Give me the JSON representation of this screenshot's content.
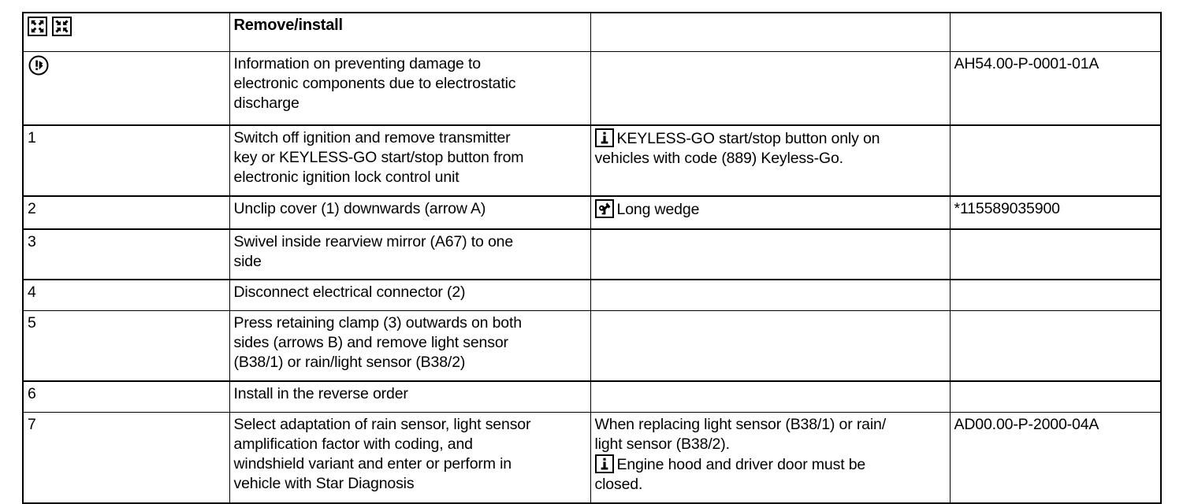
{
  "document": {
    "type": "service-procedure-table",
    "columns": [
      "step",
      "description",
      "note",
      "reference"
    ]
  },
  "header": {
    "icons": [
      "expand-arrows-outward-icon",
      "collapse-arrows-inward-icon"
    ],
    "title": "Remove/install",
    "note": "",
    "reference": ""
  },
  "rows": [
    {
      "step": "",
      "step_icon": "esd-warning-circle-icon",
      "description": "Information on preventing damage to\nelectronic components due to electrostatic\ndischarge",
      "note": "",
      "note_icon": "",
      "reference": "AH54.00-P-0001-01A",
      "separator_above": "thin"
    },
    {
      "step": "1",
      "step_icon": "",
      "description": "Switch off ignition and remove transmitter\nkey or KEYLESS-GO start/stop button from\nelectronic ignition lock control unit",
      "note": "KEYLESS-GO start/stop button only on\nvehicles with code (889) Keyless-Go.",
      "note_icon": "info-i-icon",
      "reference": "",
      "separator_above": "strong"
    },
    {
      "step": "2",
      "step_icon": "",
      "description": "Unclip cover (1) downwards (arrow A)",
      "note": "Long wedge",
      "note_icon": "wrench-tool-icon",
      "reference": "*115589035900",
      "separator_above": "strong"
    },
    {
      "step": "3",
      "step_icon": "",
      "description": "Swivel inside rearview mirror (A67) to one\nside",
      "note": "",
      "note_icon": "",
      "reference": "",
      "separator_above": "strong"
    },
    {
      "step": "4",
      "step_icon": "",
      "description": "Disconnect electrical connector (2)",
      "note": "",
      "note_icon": "",
      "reference": "",
      "separator_above": "strong"
    },
    {
      "step": "5",
      "step_icon": "",
      "description": "Press retaining clamp (3) outwards on both\nsides (arrows B) and remove light sensor\n(B38/1) or rain/light sensor (B38/2)",
      "note": "",
      "note_icon": "",
      "reference": "",
      "separator_above": "thin"
    },
    {
      "step": "6",
      "step_icon": "",
      "description": "Install in the reverse order",
      "note": "",
      "note_icon": "",
      "reference": "",
      "separator_above": "strong"
    },
    {
      "step": "7",
      "step_icon": "",
      "description": "Select adaptation of rain sensor, light sensor\namplification factor with coding, and\nwindshield variant and enter or perform in\nvehicle with Star Diagnosis",
      "note_line1": "When replacing light sensor (B38/1) or rain/\nlight sensor (B38/2).",
      "note_icon": "info-i-icon",
      "note_line2": "Engine hood and driver door must be\nclosed.",
      "reference": "AD00.00-P-2000-04A",
      "separator_above": "thin"
    }
  ],
  "colors": {
    "text": "#000000",
    "border": "#000000",
    "background": "#ffffff"
  }
}
